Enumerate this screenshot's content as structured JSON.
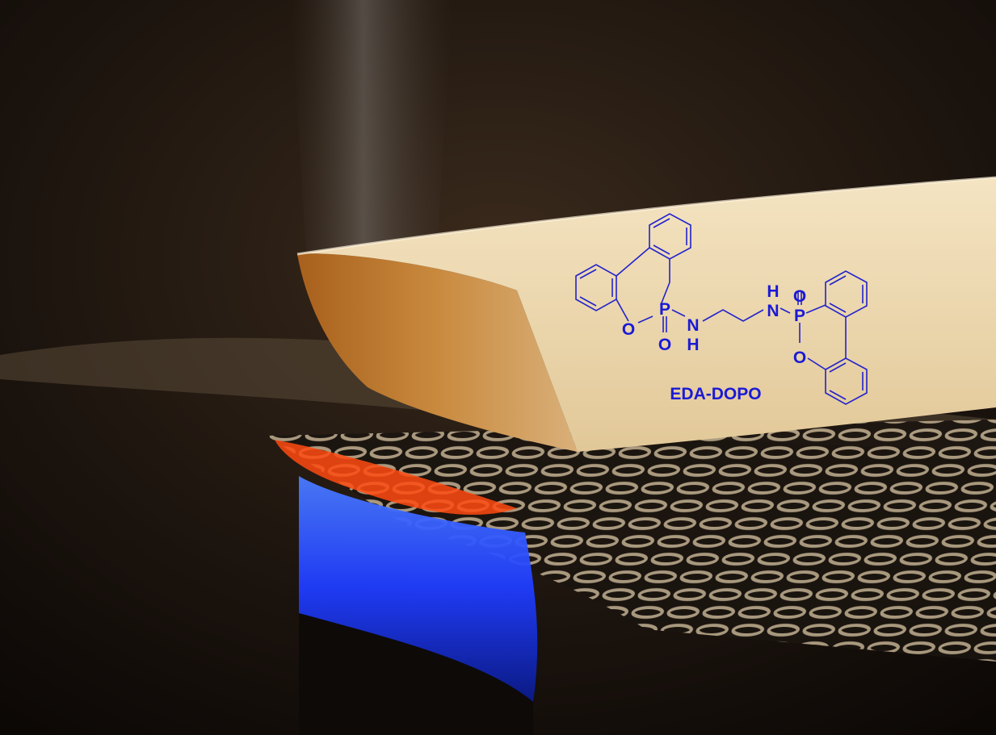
{
  "scene": {
    "description_tag": "flame-retardant-foam-on-wire-mesh-over-burner",
    "colors": {
      "background": "#1a1410",
      "foam": "#e8d2a6",
      "char": "#b56b24",
      "flame": "#2a4cff",
      "hot_mesh": "#ff4a10",
      "molecule": "#1a1ad6"
    }
  },
  "molecule": {
    "name": "EDA-DOPO",
    "atoms": {
      "o_left": "O",
      "p_left": "P",
      "o_left_double": "O",
      "n_left": "N",
      "h_left": "H",
      "h_right": "H",
      "n_right": "N",
      "o_right_double": "O",
      "p_right": "P",
      "o_right": "O"
    }
  }
}
